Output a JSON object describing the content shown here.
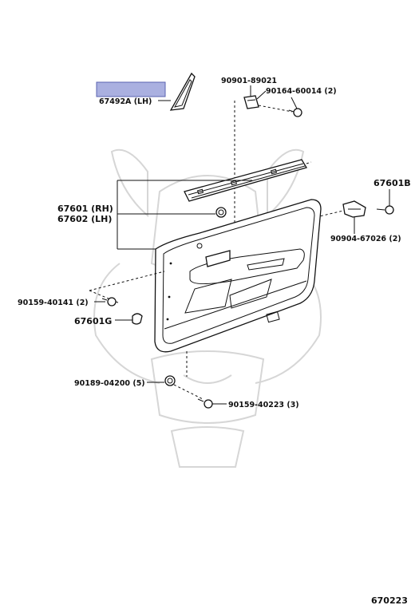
{
  "diagram_id": "670223",
  "highlight_color": "#aab0e0",
  "parts": {
    "triangle_cover": "67492A (LH)",
    "clip_bracket": "90901-89021",
    "screw_top": "90164-60014 (2)",
    "trim_panel_rh": "67601 (RH)",
    "trim_panel_lh": "67602 (LH)",
    "retainer_b": "67601B",
    "screw_right": "90904-67026 (2)",
    "screw_left": "90159-40141 (2)",
    "retainer_g": "67601G",
    "clip_bottom": "90189-04200 (5)",
    "screw_bottom": "90159-40223 (3)"
  },
  "icons": [
    "watermark-emblem-icon"
  ]
}
